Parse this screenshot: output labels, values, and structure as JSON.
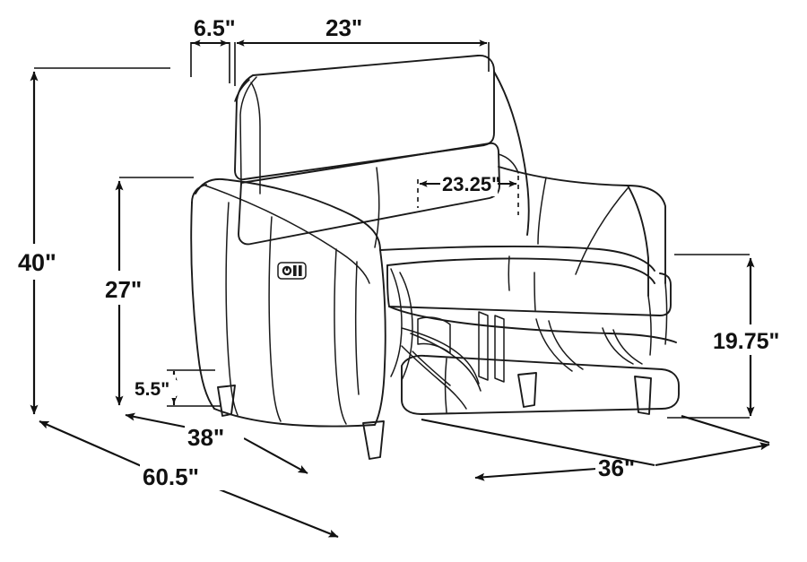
{
  "diagram": {
    "title": "Power Recliner Chair Dimension Diagram",
    "subject": "power-recliner-chair",
    "view": "three-quarter perspective, footrest extended",
    "background_color": "#ffffff",
    "line_color": "#1a1a1a",
    "unit": "inches"
  },
  "dimensions": {
    "overall_height": "40\"",
    "back_height": "27\"",
    "leg_height": "5.5\"",
    "back_top_depth": "6.5\"",
    "back_width": "23\"",
    "seat_width": "23.25\"",
    "seat_height": "19.75\"",
    "overall_depth_closed": "38\"",
    "overall_depth_extended": "60.5\"",
    "overall_width": "36\""
  },
  "labels": [
    {
      "id": "height-40",
      "text": "40\"",
      "kind": "vertical"
    },
    {
      "id": "back-height-27",
      "text": "27\"",
      "kind": "vertical"
    },
    {
      "id": "leg-height-5-5",
      "text": "5.5\"",
      "kind": "vertical"
    },
    {
      "id": "back-depth-6-5",
      "text": "6.5\"",
      "kind": "horizontal"
    },
    {
      "id": "back-width-23",
      "text": "23\"",
      "kind": "horizontal"
    },
    {
      "id": "seat-width-23-25",
      "text": "23.25\"",
      "kind": "horizontal"
    },
    {
      "id": "seat-height-19-75",
      "text": "19.75\"",
      "kind": "vertical"
    },
    {
      "id": "depth-38",
      "text": "38\"",
      "kind": "diagonal"
    },
    {
      "id": "depth-60-5",
      "text": "60.5\"",
      "kind": "diagonal"
    },
    {
      "id": "width-36",
      "text": "36\"",
      "kind": "diagonal"
    }
  ],
  "features": {
    "power_button": "power-recline-control-button",
    "legs": "tapered-wood-legs",
    "footrest": "extended-footrest"
  }
}
